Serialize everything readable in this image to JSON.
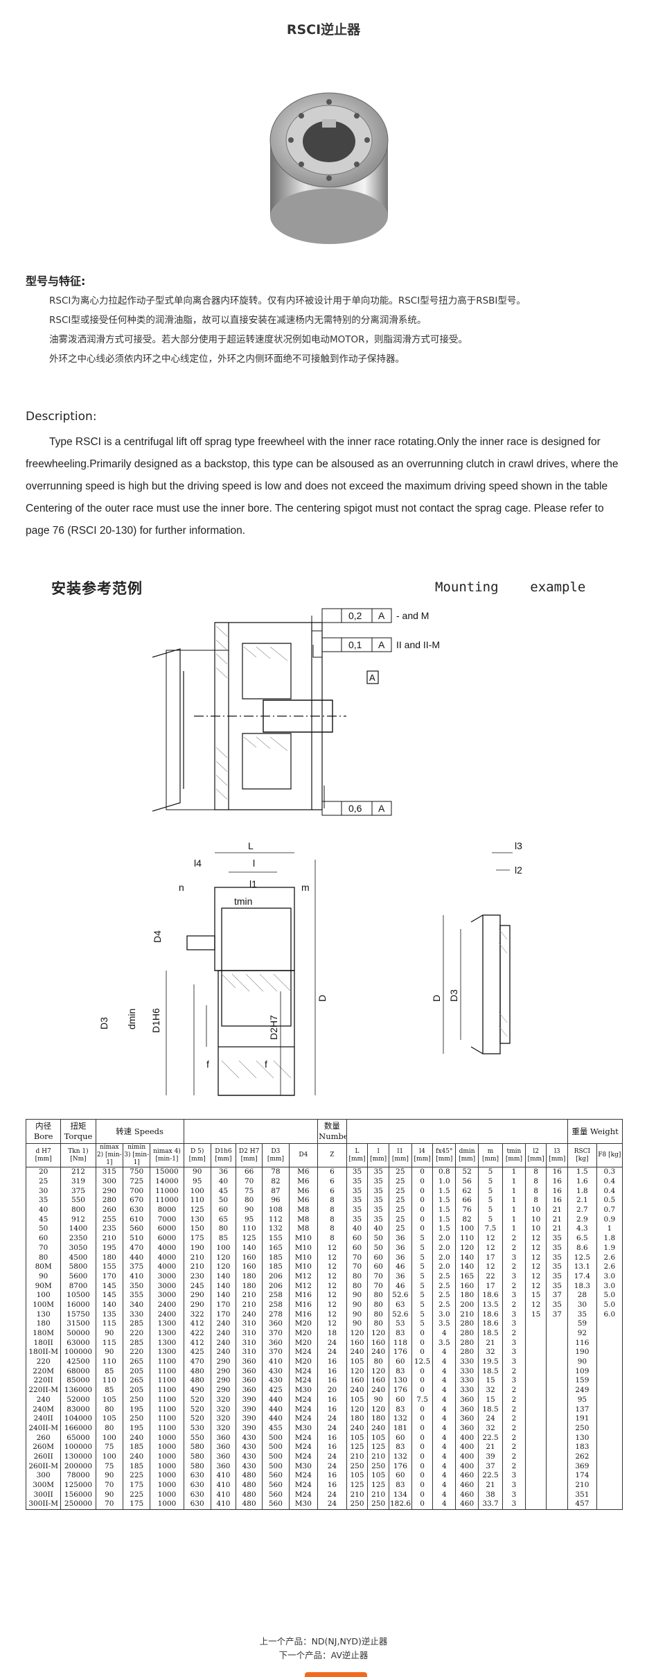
{
  "page": {
    "title": "RSCI逆止器"
  },
  "features": {
    "heading": "型号与特征:",
    "lines": [
      "RSCI为离心力拉起作动子型式单向离合器内环旋转。仅有内环被设计用于单向功能。RSCI型号扭力高于RSBI型号。",
      "RSCI型或接受任何种类的润滑油脂，故可以直接安装在减速杨内无需特别的分离润滑系统。",
      "油雾泼洒润滑方式可接受。若大部分使用于超运转速度状况例如电动MOTOR，则脂润滑方式可接受。",
      "外环之中心线必须依内环之中心线定位，外环之内侧环面绝不可接触到作动子保持器。"
    ]
  },
  "description": {
    "heading": "Description:",
    "text": "Type RSCI is a centrifugal lift off sprag type freewheel with the inner race rotating.Only the inner race is designed for freewheeling.Primarily designed as a backstop, this type can be alsoused as an overrunning clutch in crawl drives, where the overrunning speed is high but the driving speed is low and does not exceed the maximum driving speed shown in the table Centering of the outer race must use the inner bore. The centering spigot must not contact the sprag cage. Please refer to page 76 (RSCI 20-130) for further information."
  },
  "mounting": {
    "heading_cn": "安装参考范例",
    "heading_en": "Mounting    example",
    "tolerance1": "0,2",
    "tolerance1_ref": "A",
    "tolerance1_note": "- and M",
    "tolerance2": "0,1",
    "tolerance2_ref": "A",
    "tolerance2_note": "II and II-M",
    "tolerance3": "0,6",
    "tolerance3_ref": "A",
    "datum": "A"
  },
  "dimension_labels": {
    "L": "L",
    "l": "l",
    "l1": "l1",
    "l4": "l4",
    "n": "n",
    "m": "m",
    "tmin": "tmin",
    "D4": "D4",
    "D3": "D3",
    "dmin": "dmin",
    "D1H6": "D1H6",
    "D2H7": "D2H7",
    "D": "D",
    "f": "f",
    "l3": "l3",
    "l2": "l2"
  },
  "table": {
    "group_headers": [
      "内径 Bore",
      "扭矩 Torque",
      "转速 Speeds",
      "数量 Number",
      "重量 Weight"
    ],
    "columns": [
      "d H7 [mm]",
      "Tkn 1) [Nm]",
      "nimax 2) [min-1]",
      "nimin 3) [min-1]",
      "nimax 4) [min-1]",
      "D 5) [mm]",
      "D1h6 [mm]",
      "D2 H7 [mm]",
      "D3 [mm]",
      "D4",
      "Z",
      "L [mm]",
      "l [mm]",
      "l1 [mm]",
      "l4 [mm]",
      "fx45° [mm]",
      "dmin [mm]",
      "m [mm]",
      "tmin [mm]",
      "l2 [mm]",
      "l3 [mm]",
      "RSCI [kg]",
      "F8 [kg]"
    ],
    "rows": [
      [
        "20",
        "212",
        "315",
        "750",
        "15000",
        "90",
        "36",
        "66",
        "78",
        "M6",
        "6",
        "35",
        "35",
        "25",
        "0",
        "0.8",
        "52",
        "5",
        "1",
        "8",
        "16",
        "1.5",
        "0.3"
      ],
      [
        "25",
        "319",
        "300",
        "725",
        "14000",
        "95",
        "40",
        "70",
        "82",
        "M6",
        "6",
        "35",
        "35",
        "25",
        "0",
        "1.0",
        "56",
        "5",
        "1",
        "8",
        "16",
        "1.6",
        "0.4"
      ],
      [
        "30",
        "375",
        "290",
        "700",
        "11000",
        "100",
        "45",
        "75",
        "87",
        "M6",
        "6",
        "35",
        "35",
        "25",
        "0",
        "1.5",
        "62",
        "5",
        "1",
        "8",
        "16",
        "1.8",
        "0.4"
      ],
      [
        "35",
        "550",
        "280",
        "670",
        "11000",
        "110",
        "50",
        "80",
        "96",
        "M6",
        "8",
        "35",
        "35",
        "25",
        "0",
        "1.5",
        "66",
        "5",
        "1",
        "8",
        "16",
        "2.1",
        "0.5"
      ],
      [
        "40",
        "800",
        "260",
        "630",
        "8000",
        "125",
        "60",
        "90",
        "108",
        "M8",
        "8",
        "35",
        "35",
        "25",
        "0",
        "1.5",
        "76",
        "5",
        "1",
        "10",
        "21",
        "2.7",
        "0.7"
      ],
      [
        "45",
        "912",
        "255",
        "610",
        "7000",
        "130",
        "65",
        "95",
        "112",
        "M8",
        "8",
        "35",
        "35",
        "25",
        "0",
        "1.5",
        "82",
        "5",
        "1",
        "10",
        "21",
        "2.9",
        "0.9"
      ],
      [
        "50",
        "1400",
        "235",
        "560",
        "6000",
        "150",
        "80",
        "110",
        "132",
        "M8",
        "8",
        "40",
        "40",
        "25",
        "0",
        "1.5",
        "100",
        "7.5",
        "1",
        "10",
        "21",
        "4.3",
        "1"
      ],
      [
        "60",
        "2350",
        "210",
        "510",
        "6000",
        "175",
        "85",
        "125",
        "155",
        "M10",
        "8",
        "60",
        "50",
        "36",
        "5",
        "2.0",
        "110",
        "12",
        "2",
        "12",
        "35",
        "6.5",
        "1.8"
      ],
      [
        "70",
        "3050",
        "195",
        "470",
        "4000",
        "190",
        "100",
        "140",
        "165",
        "M10",
        "12",
        "60",
        "50",
        "36",
        "5",
        "2.0",
        "120",
        "12",
        "2",
        "12",
        "35",
        "8.6",
        "1.9"
      ],
      [
        "80",
        "4500",
        "180",
        "440",
        "4000",
        "210",
        "120",
        "160",
        "185",
        "M10",
        "12",
        "70",
        "60",
        "36",
        "5",
        "2.0",
        "140",
        "17",
        "3",
        "12",
        "35",
        "12.5",
        "2.6"
      ],
      [
        "80M",
        "5800",
        "155",
        "375",
        "4000",
        "210",
        "120",
        "160",
        "185",
        "M10",
        "12",
        "70",
        "60",
        "46",
        "5",
        "2.0",
        "140",
        "12",
        "2",
        "12",
        "35",
        "13.1",
        "2.6"
      ],
      [
        "90",
        "5600",
        "170",
        "410",
        "3000",
        "230",
        "140",
        "180",
        "206",
        "M12",
        "12",
        "80",
        "70",
        "36",
        "5",
        "2.5",
        "165",
        "22",
        "3",
        "12",
        "35",
        "17.4",
        "3.0"
      ],
      [
        "90M",
        "8700",
        "145",
        "350",
        "3000",
        "245",
        "140",
        "180",
        "206",
        "M12",
        "12",
        "80",
        "70",
        "46",
        "5",
        "2.5",
        "160",
        "17",
        "2",
        "12",
        "35",
        "18.3",
        "3.0"
      ],
      [
        "100",
        "10500",
        "145",
        "355",
        "3000",
        "290",
        "140",
        "210",
        "258",
        "M16",
        "12",
        "90",
        "80",
        "52.6",
        "5",
        "2.5",
        "180",
        "18.6",
        "3",
        "15",
        "37",
        "28",
        "5.0"
      ],
      [
        "100M",
        "16000",
        "140",
        "340",
        "2400",
        "290",
        "170",
        "210",
        "258",
        "M16",
        "12",
        "90",
        "80",
        "63",
        "5",
        "2.5",
        "200",
        "13.5",
        "2",
        "12",
        "35",
        "30",
        "5.0"
      ],
      [
        "130",
        "15750",
        "135",
        "330",
        "2400",
        "322",
        "170",
        "240",
        "278",
        "M16",
        "12",
        "90",
        "80",
        "52.6",
        "5",
        "3.0",
        "210",
        "18.6",
        "3",
        "15",
        "37",
        "35",
        "6.0"
      ],
      [
        "180",
        "31500",
        "115",
        "285",
        "1300",
        "412",
        "240",
        "310",
        "360",
        "M20",
        "12",
        "90",
        "80",
        "53",
        "5",
        "3.5",
        "280",
        "18.6",
        "3",
        "",
        "",
        "59",
        ""
      ],
      [
        "180M",
        "50000",
        "90",
        "220",
        "1300",
        "422",
        "240",
        "310",
        "370",
        "M20",
        "18",
        "120",
        "120",
        "83",
        "0",
        "4",
        "280",
        "18.5",
        "2",
        "",
        "",
        "92",
        ""
      ],
      [
        "180II",
        "63000",
        "115",
        "285",
        "1300",
        "412",
        "240",
        "310",
        "360",
        "M20",
        "24",
        "160",
        "160",
        "118",
        "0",
        "3.5",
        "280",
        "21",
        "3",
        "",
        "",
        "116",
        ""
      ],
      [
        "180II-M",
        "100000",
        "90",
        "220",
        "1300",
        "425",
        "240",
        "310",
        "370",
        "M24",
        "24",
        "240",
        "240",
        "176",
        "0",
        "4",
        "280",
        "32",
        "3",
        "",
        "",
        "190",
        ""
      ],
      [
        "220",
        "42500",
        "110",
        "265",
        "1100",
        "470",
        "290",
        "360",
        "410",
        "M20",
        "16",
        "105",
        "80",
        "60",
        "12.5",
        "4",
        "330",
        "19.5",
        "3",
        "",
        "",
        "90",
        ""
      ],
      [
        "220M",
        "68000",
        "85",
        "205",
        "1100",
        "480",
        "290",
        "360",
        "430",
        "M24",
        "16",
        "120",
        "120",
        "83",
        "0",
        "4",
        "330",
        "18.5",
        "2",
        "",
        "",
        "109",
        ""
      ],
      [
        "220II",
        "85000",
        "110",
        "265",
        "1100",
        "480",
        "290",
        "360",
        "430",
        "M24",
        "16",
        "160",
        "160",
        "130",
        "0",
        "4",
        "330",
        "15",
        "3",
        "",
        "",
        "159",
        ""
      ],
      [
        "220II-M",
        "136000",
        "85",
        "205",
        "1100",
        "490",
        "290",
        "360",
        "425",
        "M30",
        "20",
        "240",
        "240",
        "176",
        "0",
        "4",
        "330",
        "32",
        "2",
        "",
        "",
        "249",
        ""
      ],
      [
        "240",
        "52000",
        "105",
        "250",
        "1100",
        "520",
        "320",
        "390",
        "440",
        "M24",
        "16",
        "105",
        "90",
        "60",
        "7.5",
        "4",
        "360",
        "15",
        "2",
        "",
        "",
        "95",
        ""
      ],
      [
        "240M",
        "83000",
        "80",
        "195",
        "1100",
        "520",
        "320",
        "390",
        "440",
        "M24",
        "16",
        "120",
        "120",
        "83",
        "0",
        "4",
        "360",
        "18.5",
        "2",
        "",
        "",
        "137",
        ""
      ],
      [
        "240II",
        "104000",
        "105",
        "250",
        "1100",
        "520",
        "320",
        "390",
        "440",
        "M24",
        "24",
        "180",
        "180",
        "132",
        "0",
        "4",
        "360",
        "24",
        "2",
        "",
        "",
        "191",
        ""
      ],
      [
        "240II-M",
        "166000",
        "80",
        "195",
        "1100",
        "530",
        "320",
        "390",
        "455",
        "M30",
        "24",
        "240",
        "240",
        "181",
        "0",
        "4",
        "360",
        "32",
        "2",
        "",
        "",
        "250",
        ""
      ],
      [
        "260",
        "65000",
        "100",
        "240",
        "1000",
        "550",
        "360",
        "430",
        "500",
        "M24",
        "16",
        "105",
        "105",
        "60",
        "0",
        "4",
        "400",
        "22.5",
        "2",
        "",
        "",
        "130",
        ""
      ],
      [
        "260M",
        "100000",
        "75",
        "185",
        "1000",
        "580",
        "360",
        "430",
        "500",
        "M24",
        "16",
        "125",
        "125",
        "83",
        "0",
        "4",
        "400",
        "21",
        "2",
        "",
        "",
        "183",
        ""
      ],
      [
        "260II",
        "130000",
        "100",
        "240",
        "1000",
        "580",
        "360",
        "430",
        "500",
        "M24",
        "24",
        "210",
        "210",
        "132",
        "0",
        "4",
        "400",
        "39",
        "2",
        "",
        "",
        "262",
        ""
      ],
      [
        "260II-M",
        "200000",
        "75",
        "185",
        "1000",
        "580",
        "360",
        "430",
        "500",
        "M30",
        "24",
        "250",
        "250",
        "176",
        "0",
        "4",
        "400",
        "37",
        "2",
        "",
        "",
        "369",
        ""
      ],
      [
        "300",
        "78000",
        "90",
        "225",
        "1000",
        "630",
        "410",
        "480",
        "560",
        "M24",
        "16",
        "105",
        "105",
        "60",
        "0",
        "4",
        "460",
        "22.5",
        "3",
        "",
        "",
        "174",
        ""
      ],
      [
        "300M",
        "125000",
        "70",
        "175",
        "1000",
        "630",
        "410",
        "480",
        "560",
        "M24",
        "16",
        "125",
        "125",
        "83",
        "0",
        "4",
        "460",
        "21",
        "3",
        "",
        "",
        "210",
        ""
      ],
      [
        "300II",
        "156000",
        "90",
        "225",
        "1000",
        "630",
        "410",
        "480",
        "560",
        "M24",
        "24",
        "210",
        "210",
        "134",
        "0",
        "4",
        "460",
        "38",
        "3",
        "",
        "",
        "351",
        ""
      ],
      [
        "300II-M",
        "250000",
        "70",
        "175",
        "1000",
        "630",
        "410",
        "480",
        "560",
        "M30",
        "24",
        "250",
        "250",
        "182.6",
        "0",
        "4",
        "460",
        "33.7",
        "3",
        "",
        "",
        "457",
        ""
      ]
    ]
  },
  "nav": {
    "prev_label": "上一个产品：",
    "prev_link": "ND(NJ,NYD)逆止器",
    "next_label": "下一个产品：",
    "next_link": "AV逆止器"
  },
  "colors": {
    "accent": "#f26b1d",
    "text": "#222222"
  }
}
